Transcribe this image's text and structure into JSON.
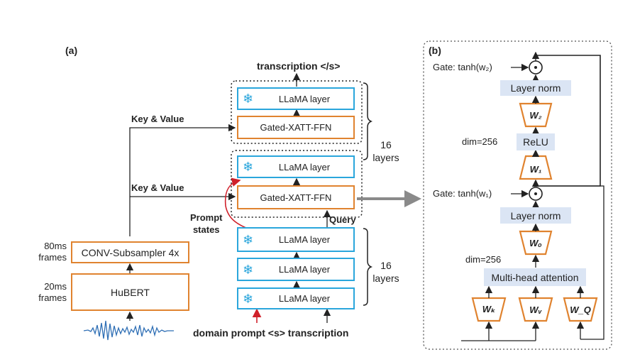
{
  "panel_a": {
    "tag": "(a)",
    "output_label": "transcription </s>",
    "key_value_top": "Key & Value",
    "key_value_bottom": "Key & Value",
    "prompt_states": "Prompt\nstates",
    "query": "Query",
    "llama_layer": "LLaMA layer",
    "gated_block": "Gated-XATT-FFN",
    "layers_top_count": "16",
    "layers_top_word": "layers",
    "layers_bottom_count": "16",
    "layers_bottom_word": "layers",
    "conv_label": "CONV-Subsampler 4x",
    "hubert_label": "HuBERT",
    "frames_80": "80ms",
    "frames_80_word": "frames",
    "frames_20": "20ms",
    "frames_20_word": "frames",
    "input_label": "domain prompt <s> transcription"
  },
  "panel_b": {
    "tag": "(b)",
    "gate_top": "Gate: tanh(w₂)",
    "gate_bottom": "Gate: tanh(w₁)",
    "layer_norm_top": "Layer norm",
    "layer_norm_bottom": "Layer norm",
    "w2": "W₂",
    "w1": "W₁",
    "relu": "ReLU",
    "dim_top": "dim=256",
    "dim_bottom": "dim=256",
    "wo": "Wₒ",
    "mha": "Multi-head attention",
    "wk": "Wₖ",
    "wv": "Wᵥ",
    "wq": "W_Q"
  },
  "colors": {
    "frozen_blue": "#2aa6dc",
    "trainable_orange": "#e0832f",
    "norm_fill": "#dbe5f4",
    "waveform": "#2f6fb5",
    "prompt_arrow": "#d0202a"
  },
  "icons": [
    "snowflake-icon"
  ]
}
